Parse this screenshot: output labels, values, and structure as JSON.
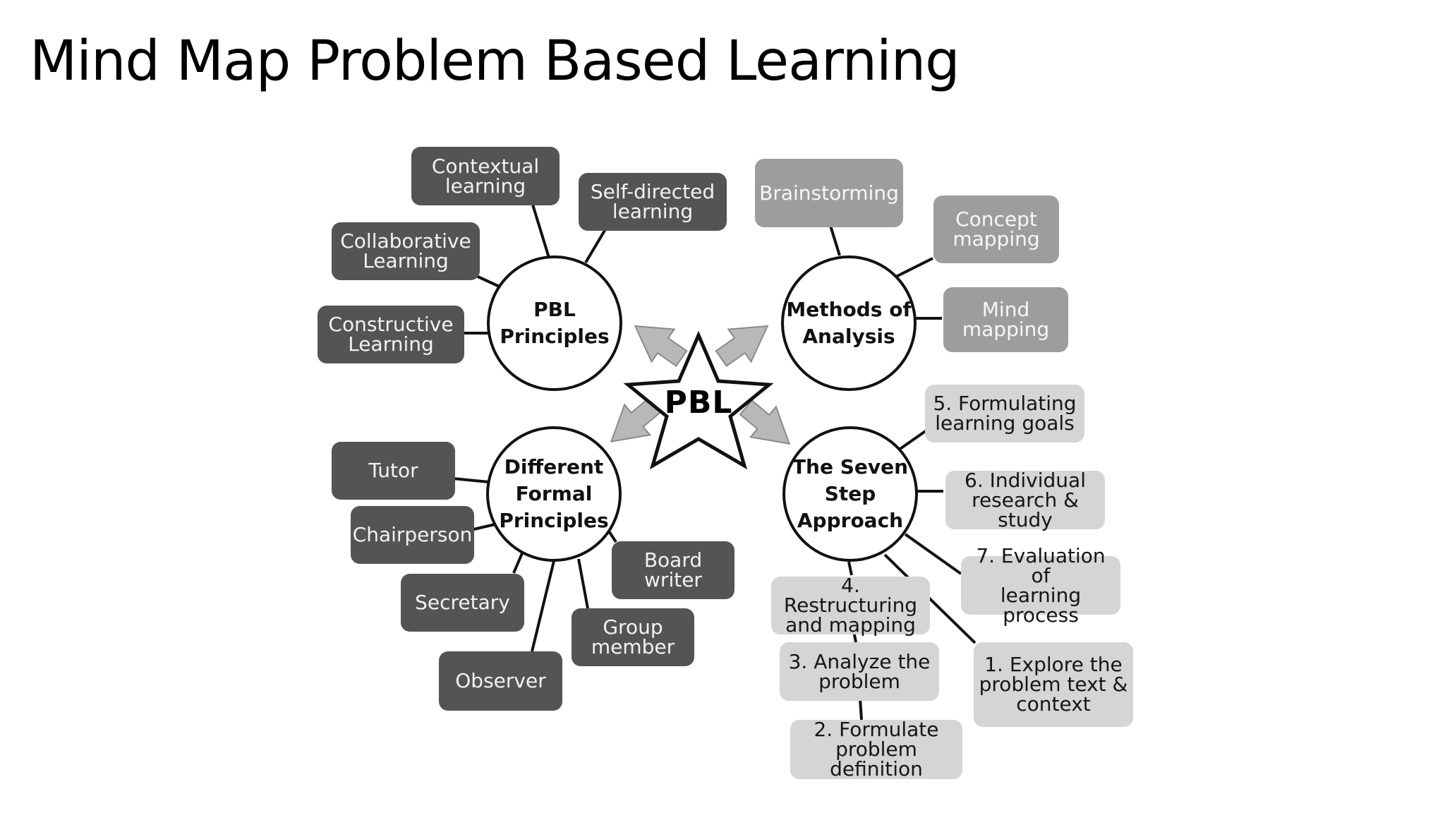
{
  "title": "Mind Map Problem Based Learning",
  "center": {
    "label": "PBL"
  },
  "hubs": {
    "pbl_principles": "PBL\nPrinciples",
    "methods_of_analysis": "Methods of\nAnalysis",
    "different_formal_principles": "Different\nFormal\nPrinciples",
    "seven_step_approach": "The Seven\nStep\nApproach"
  },
  "nodes": {
    "contextual_learning": "Contextual\nlearning",
    "self_directed_learning": "Self-directed\nlearning",
    "collaborative_learning": "Collaborative\nLearning",
    "constructive_learning": "Constructive\nLearning",
    "brainstorming": "Brainstorming",
    "concept_mapping": "Concept\nmapping",
    "mind_mapping": "Mind\nmapping",
    "tutor": "Tutor",
    "chairperson": "Chairperson",
    "secretary": "Secretary",
    "observer": "Observer",
    "board_writer": "Board\nwriter",
    "group_member": "Group\nmember",
    "step_1": "1. Explore the\nproblem text &\ncontext",
    "step_2": "2. Formulate\nproblem definition",
    "step_3": "3. Analyze the\nproblem",
    "step_4": "4. Restructuring\nand mapping",
    "step_5": "5. Formulating\nlearning goals",
    "step_6": "6. Individual\nresearch & study",
    "step_7": "7. Evaluation of\nlearning process"
  },
  "colors": {
    "dark_box": "#545454",
    "mid_box": "#9d9d9d",
    "light_box": "#d5d5d5",
    "arrow": "#b8b8b8"
  }
}
